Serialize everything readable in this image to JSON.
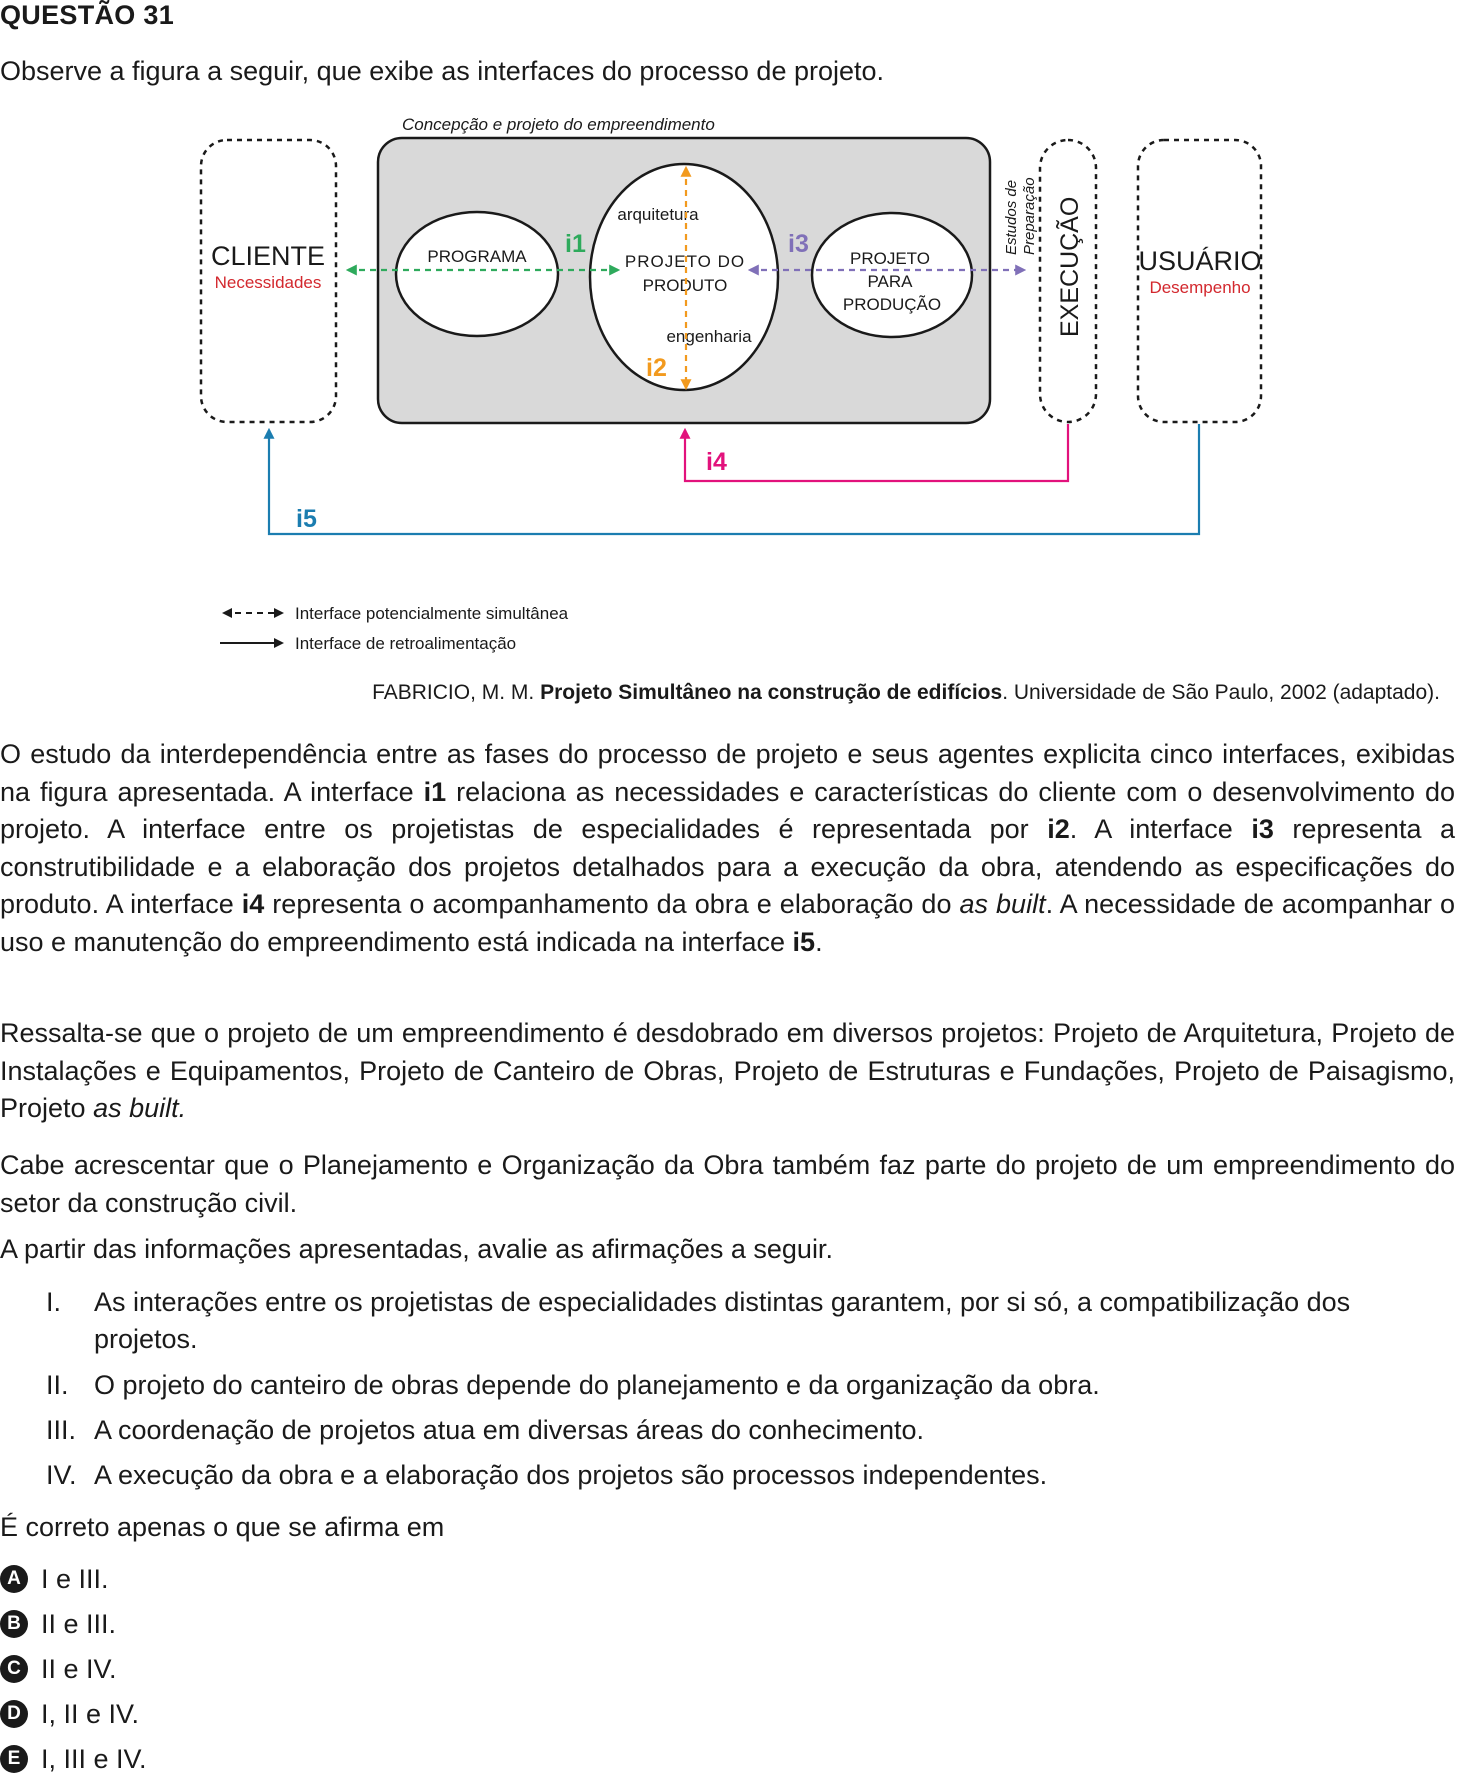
{
  "question": {
    "title": "QUESTÃO 31",
    "intro": "Observe a figura a seguir, que exibe as interfaces do processo de projeto."
  },
  "diagram": {
    "group_label": "Concepção e projeto do empreendimento",
    "cliente": "CLIENTE",
    "cliente_sub": "Necessidades",
    "programa": "PROGRAMA",
    "produto_l1": "PROJETO DO",
    "produto_l2": "PRODUTO",
    "arquitetura": "arquitetura",
    "engenharia": "engenharia",
    "producao_l1": "PROJETO",
    "producao_l2": "PARA",
    "producao_l3": "PRODUÇÃO",
    "estudos_l1": "Estudos de",
    "estudos_l2": "Preparação",
    "execucao": "EXECUÇÃO",
    "usuario": "USUÁRIO",
    "usuario_sub": "Desempenho",
    "i1": "i1",
    "i2": "i2",
    "i3": "i3",
    "i4": "i4",
    "i5": "i5",
    "legend_dashed": "Interface potencialmente simultânea",
    "legend_solid": "Interface de retroalimentação",
    "colors": {
      "i1": "#2eaa5c",
      "i2": "#f29a1e",
      "i3": "#8070b8",
      "i4": "#e2127c",
      "i5": "#1b7db0",
      "red_text": "#d3282e",
      "panel": "#d9d9d9"
    }
  },
  "source": {
    "pre": "FABRICIO, M. M. ",
    "bold": "Projeto Simultâneo na construção de edifícios",
    "post": ". Universidade de São Paulo, 2002 (adaptado)."
  },
  "paragraph1": {
    "s1": "O estudo da interdependência entre as fases do processo de projeto e seus agentes explicita cinco interfaces, exibidas na figura apresentada. A interface ",
    "b1": "i1",
    "s2": " relaciona as necessidades e características do cliente com o desenvolvimento do projeto. A interface entre os projetistas de especialidades é representada por ",
    "b2": "i2",
    "s3": ". A interface ",
    "b3": "i3",
    "s4": " representa a construtibilidade e a elaboração dos projetos detalhados para a execução da obra, atendendo as especificações do produto. A interface ",
    "b4": "i4",
    "s5": " representa o acompanhamento da obra e elaboração do ",
    "it1": "as built",
    "s6": ". A necessidade de acompanhar o uso e manutenção do empreendimento está indicada na interface ",
    "b5": "i5",
    "s7": "."
  },
  "paragraph2": {
    "s1": "Ressalta-se que o projeto de um empreendimento é desdobrado em diversos projetos: Projeto de Arquitetura, Projeto de Instalações e Equipamentos, Projeto de Canteiro de Obras, Projeto de Estruturas e Fundações, Projeto de Paisagismo, Projeto ",
    "it1": "as built."
  },
  "paragraph3": "Cabe acrescentar que o Planejamento e Organização da Obra também faz parte do projeto de um empreendimento do setor da construção civil.",
  "lead": "A partir das informações apresentadas, avalie as afirmações a seguir.",
  "statements": [
    {
      "num": "I.",
      "text": "As interações entre os projetistas de especialidades distintas garantem, por si só, a compatibilização dos projetos."
    },
    {
      "num": "II.",
      "text": "O projeto do canteiro de obras depende do planejamento e da organização da obra."
    },
    {
      "num": "III.",
      "text": "A coordenação de projetos atua em diversas áreas do conhecimento."
    },
    {
      "num": "IV.",
      "text": "A execução da obra e a elaboração dos projetos são processos independentes."
    }
  ],
  "prompt": "É correto apenas o que se afirma em",
  "options": [
    {
      "letter": "A",
      "text": "I e III."
    },
    {
      "letter": "B",
      "text": "II e III."
    },
    {
      "letter": "C",
      "text": "II e IV."
    },
    {
      "letter": "D",
      "text": "I, II e IV."
    },
    {
      "letter": "E",
      "text": "I, III e IV."
    }
  ]
}
